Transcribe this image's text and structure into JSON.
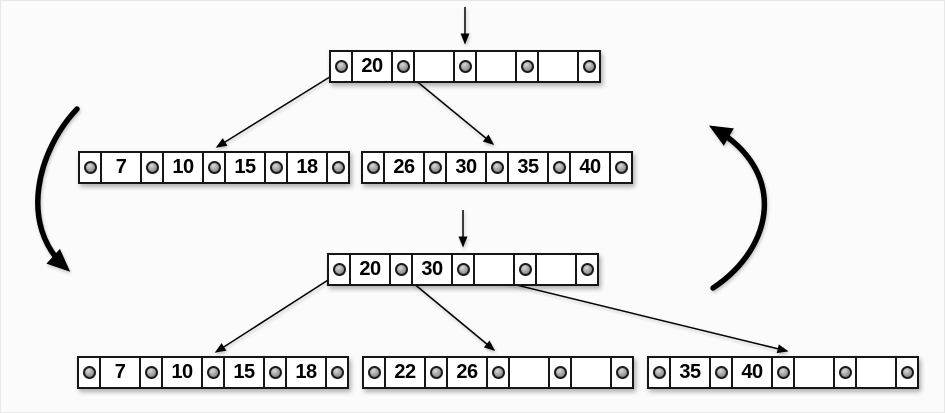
{
  "diagram": {
    "kind": "btree-node-split",
    "colors": {
      "background": "#fbfbfb",
      "node_fill": "#ffffff",
      "border": "#161616",
      "arrow": "#000000",
      "pointer_dot": "#a8a8a8"
    },
    "trees": {
      "before": {
        "root": {
          "keys": [
            "20",
            "",
            "",
            ""
          ]
        },
        "children": [
          {
            "keys": [
              "7",
              "10",
              "15",
              "18"
            ]
          },
          {
            "keys": [
              "26",
              "30",
              "35",
              "40"
            ]
          }
        ]
      },
      "after": {
        "root": {
          "keys": [
            "20",
            "30",
            "",
            ""
          ]
        },
        "children": [
          {
            "keys": [
              "7",
              "10",
              "15",
              "18"
            ]
          },
          {
            "keys": [
              "22",
              "26",
              "",
              ""
            ]
          },
          {
            "keys": [
              "35",
              "40",
              "",
              ""
            ]
          }
        ]
      }
    }
  }
}
